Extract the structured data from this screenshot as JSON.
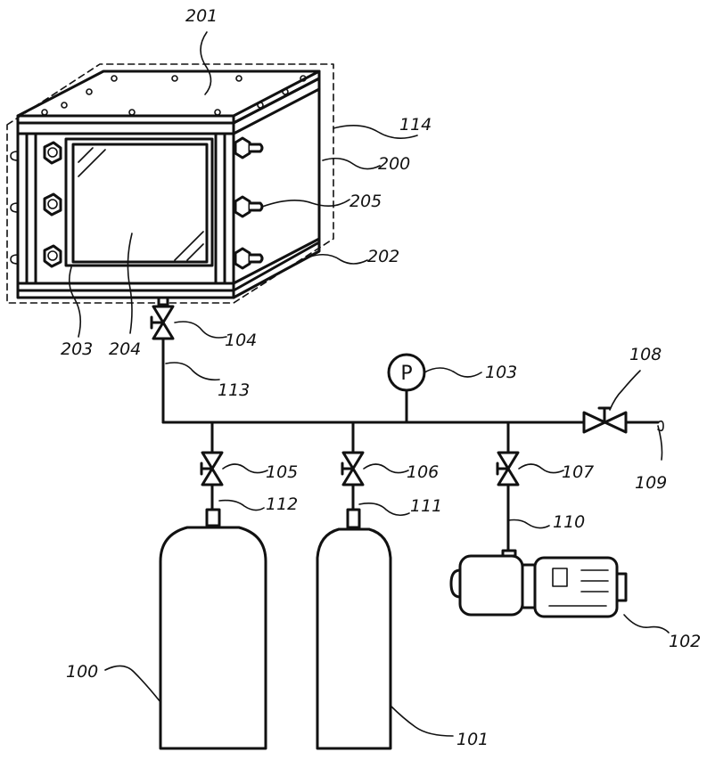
{
  "gauge_symbol": "P",
  "labels": {
    "l201": "201",
    "l114": "114",
    "l200": "200",
    "l205": "205",
    "l202": "202",
    "l203": "203",
    "l204": "204",
    "l104": "104",
    "l113": "113",
    "l103": "103",
    "l108": "108",
    "l109": "109",
    "l105": "105",
    "l106": "106",
    "l107": "107",
    "l112": "112",
    "l111": "111",
    "l110": "110",
    "l102": "102",
    "l100": "100",
    "l101": "101"
  },
  "stroke_color": "#111111",
  "background": "#ffffff"
}
